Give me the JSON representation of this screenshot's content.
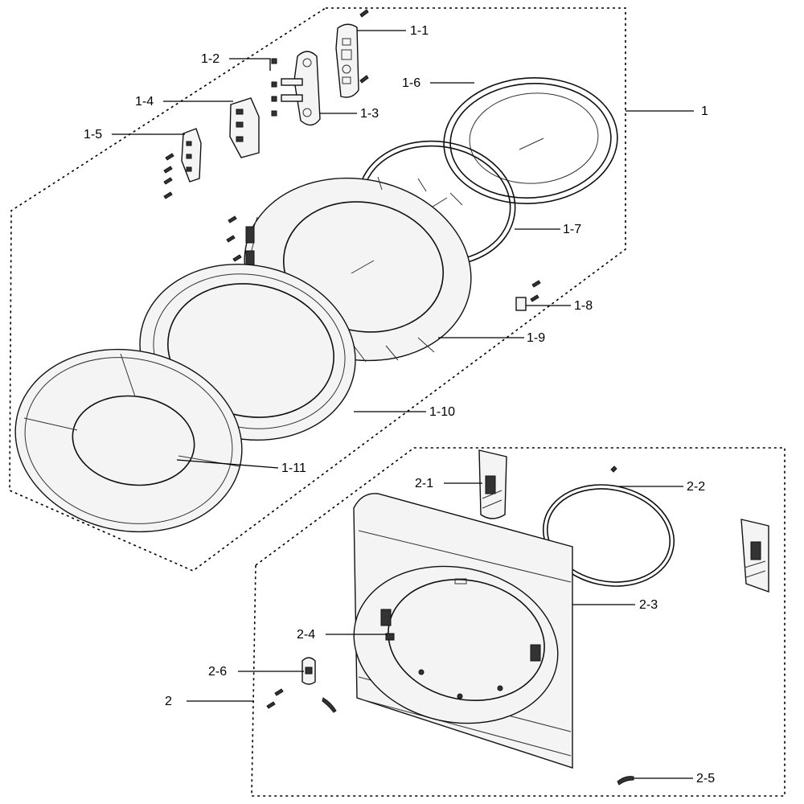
{
  "callouts": {
    "c1": "1",
    "c1_1": "1-1",
    "c1_2": "1-2",
    "c1_3": "1-3",
    "c1_4": "1-4",
    "c1_5": "1-5",
    "c1_6": "1-6",
    "c1_7": "1-7",
    "c1_8": "1-8",
    "c1_9": "1-9",
    "c1_10": "1-10",
    "c1_11": "1-11",
    "c2": "2",
    "c2_1": "2-1",
    "c2_2": "2-2",
    "c2_3": "2-3",
    "c2_4": "2-4",
    "c2_5": "2-5",
    "c2_6": "2-6"
  }
}
